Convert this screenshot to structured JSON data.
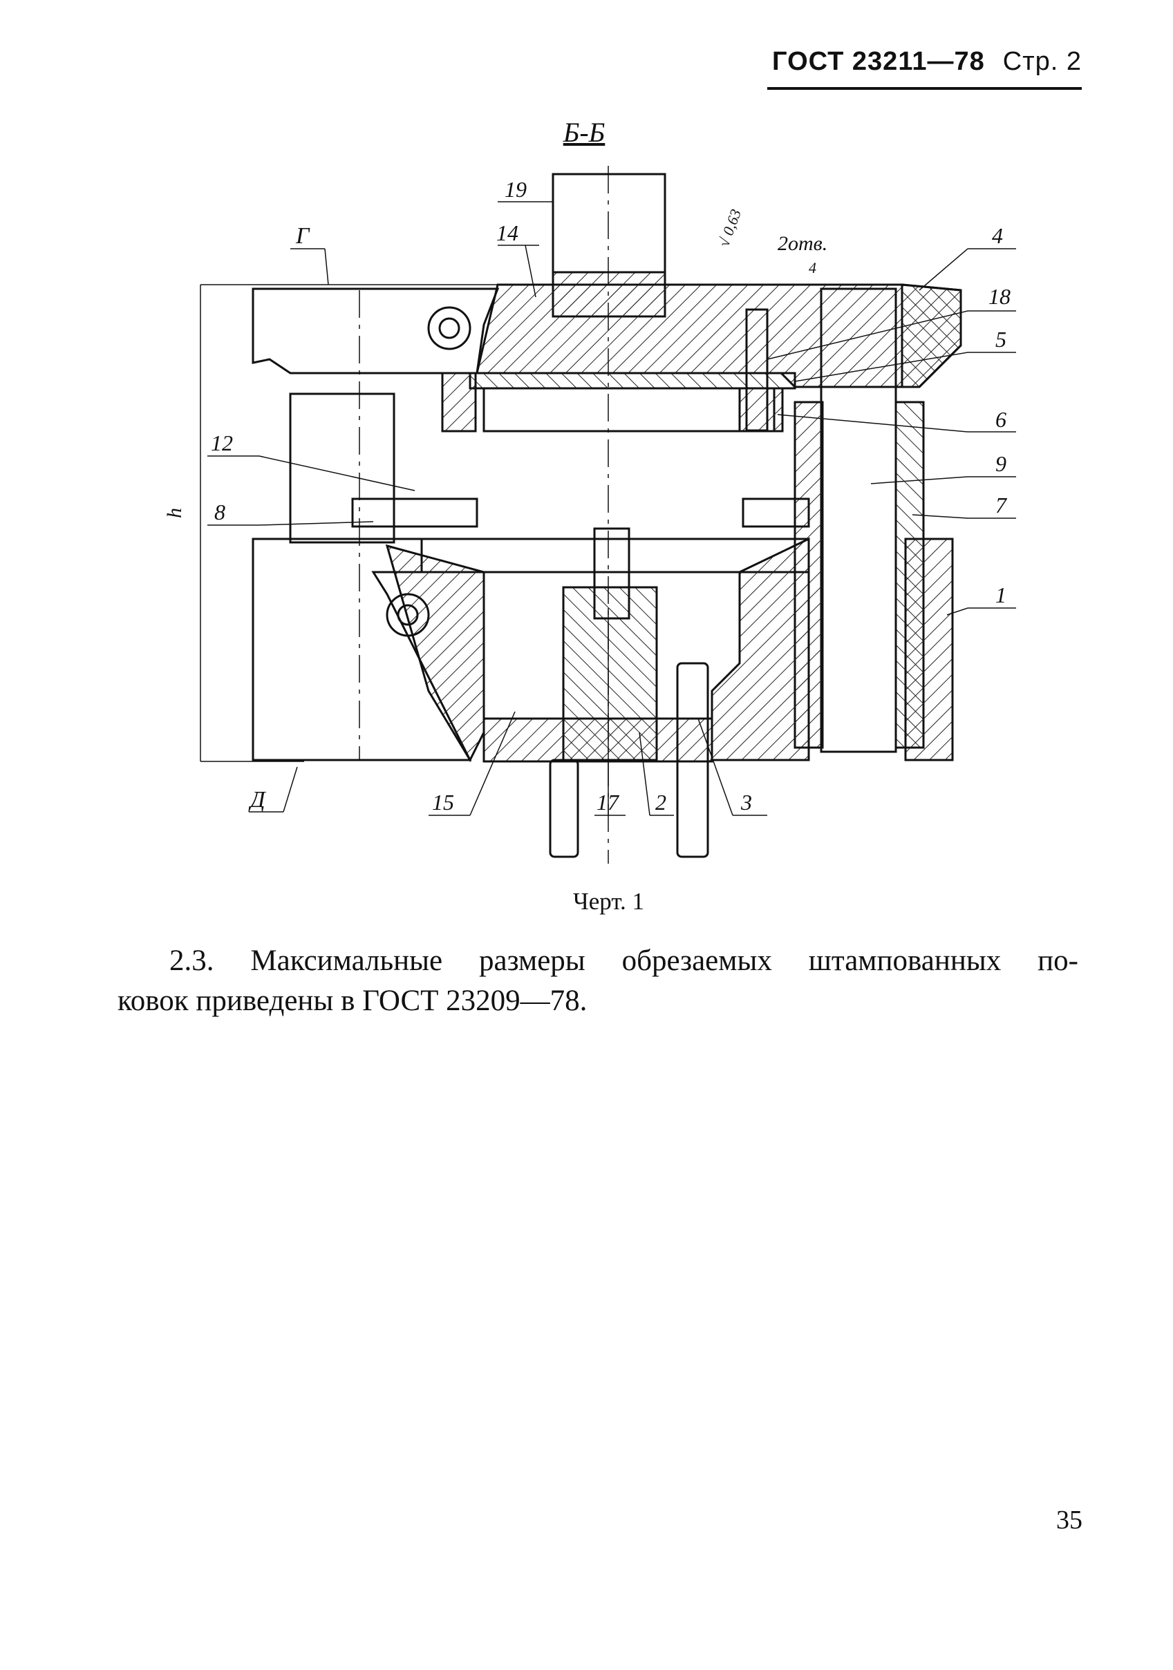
{
  "header": {
    "doc": "ГОСТ 23211—78",
    "page_label": "Стр. 2"
  },
  "drawing": {
    "section_label": "Б-Б",
    "callouts": [
      "19",
      "14",
      "4",
      "18",
      "5",
      "6",
      "9",
      "7",
      "1",
      "12",
      "8",
      "15",
      "17",
      "2",
      "3"
    ],
    "view_letters": [
      "Г",
      "Д"
    ],
    "dim_h": "h",
    "hole_note": "2отв.",
    "hole_note_sub": "4",
    "roughness": "√ 0,63"
  },
  "caption": "Черт. 1",
  "paragraph": {
    "line1": "2.3. Максимальные размеры обрезаемых штампованных по-",
    "line2": "ковок приведены в ГОСТ 23209—78."
  },
  "page_number": "35"
}
